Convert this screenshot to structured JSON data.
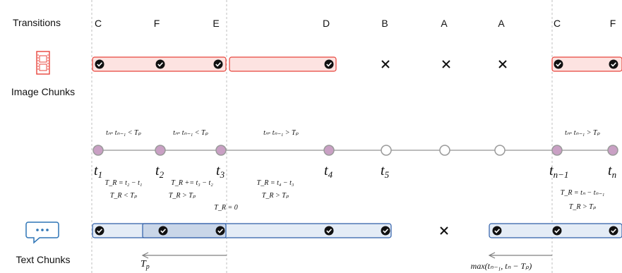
{
  "row_labels": {
    "transitions": "Transitions",
    "image_chunks": "Image Chunks",
    "text_chunks": "Text Chunks"
  },
  "transitions": [
    "C",
    "F",
    "E",
    "D",
    "B",
    "A",
    "A",
    "C",
    "F"
  ],
  "time_labels": {
    "t1": "t",
    "t1_sub": "1",
    "t2": "t",
    "t2_sub": "2",
    "t3": "t",
    "t3_sub": "3",
    "t4": "t",
    "t4_sub": "4",
    "t5": "t",
    "t5_sub": "5",
    "tn1": "t",
    "tn1_sub": "n−1",
    "tn": "t",
    "tn_sub": "n"
  },
  "conditions": {
    "c1": "tₙ- tₙ₋₁ < Tₚ",
    "c2": "tₙ- tₙ₋₁ < Tₚ",
    "c3": "tₙ- tₙ₋₁ > Tₚ",
    "c4": "tₙ- tₙ₋₁ > Tₚ"
  },
  "updates": {
    "u1a": "T_R = t₂ − t₁",
    "u1b": "T_R < Tₚ",
    "u2a": "T_R += t₃ − t₂",
    "u2b": "T_R > Tₚ",
    "u3": "T_R = 0",
    "u4a": "T_R = t₄ − t₃",
    "u4b": "T_R > Tₚ",
    "u5a": "T_R = tₙ − tₙ₋₁",
    "u5b": "T_R > Tₚ"
  },
  "arrows": {
    "left_label_main": "T",
    "left_label_sub": "p",
    "right_label": "max(tₙ₋₁, tₙ − Tₚ)"
  },
  "markers": {
    "check": "✔",
    "cross": "✕"
  },
  "colors": {
    "image_fill": "#fde3e1",
    "image_stroke": "#e8453c",
    "text_fill": "#e4ecf6",
    "text_fill_dark": "#c9d6e8",
    "text_stroke": "#2e5ea8",
    "node_fill": "#c9a0c4",
    "divider": "#bfbfbf"
  }
}
